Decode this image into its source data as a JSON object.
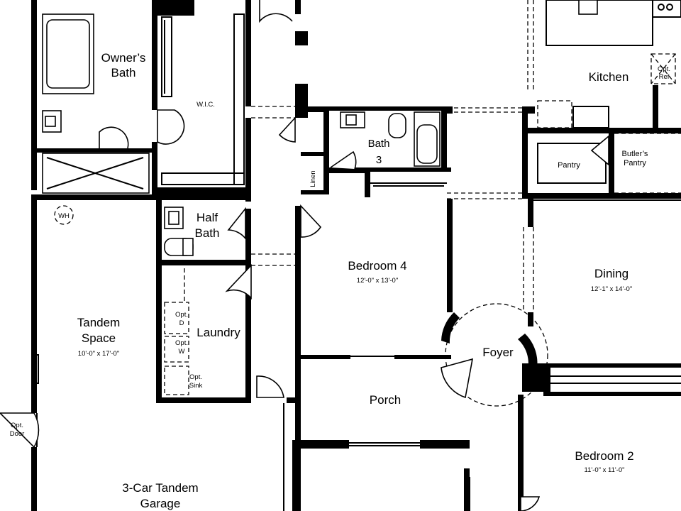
{
  "rooms": {
    "owners_bath": [
      "Owner’s",
      "Bath"
    ],
    "wic": "W.I.C.",
    "kitchen": "Kitchen",
    "opt_ref": [
      "Opt.",
      "Ref"
    ],
    "bath3": [
      "Bath",
      "3"
    ],
    "linen": "Linen",
    "pantry": "Pantry",
    "butlers_pantry": [
      "Butler’s",
      "Pantry"
    ],
    "half_bath": [
      "Half",
      "Bath"
    ],
    "wh": "WH",
    "bedroom4": {
      "name": "Bedroom 4",
      "dims": "12'-0\" x 13'-0\""
    },
    "dining": {
      "name": "Dining",
      "dims": "12'-1\" x 14'-0\""
    },
    "tandem": {
      "name": [
        "Tandem",
        "Space"
      ],
      "dims": "10'-0\" x 17'-0\""
    },
    "opt_d": [
      "Opt.",
      "D"
    ],
    "opt_w": [
      "Opt.",
      "W"
    ],
    "laundry": "Laundry",
    "opt_sink": [
      "Opt.",
      "Sink"
    ],
    "foyer": "Foyer",
    "porch": "Porch",
    "opt_door": [
      "Opt.",
      "Door"
    ],
    "bedroom2": {
      "name": "Bedroom 2",
      "dims": "11'-0\" x 11'-0\""
    },
    "garage": [
      "3-Car Tandem",
      "Garage"
    ]
  }
}
